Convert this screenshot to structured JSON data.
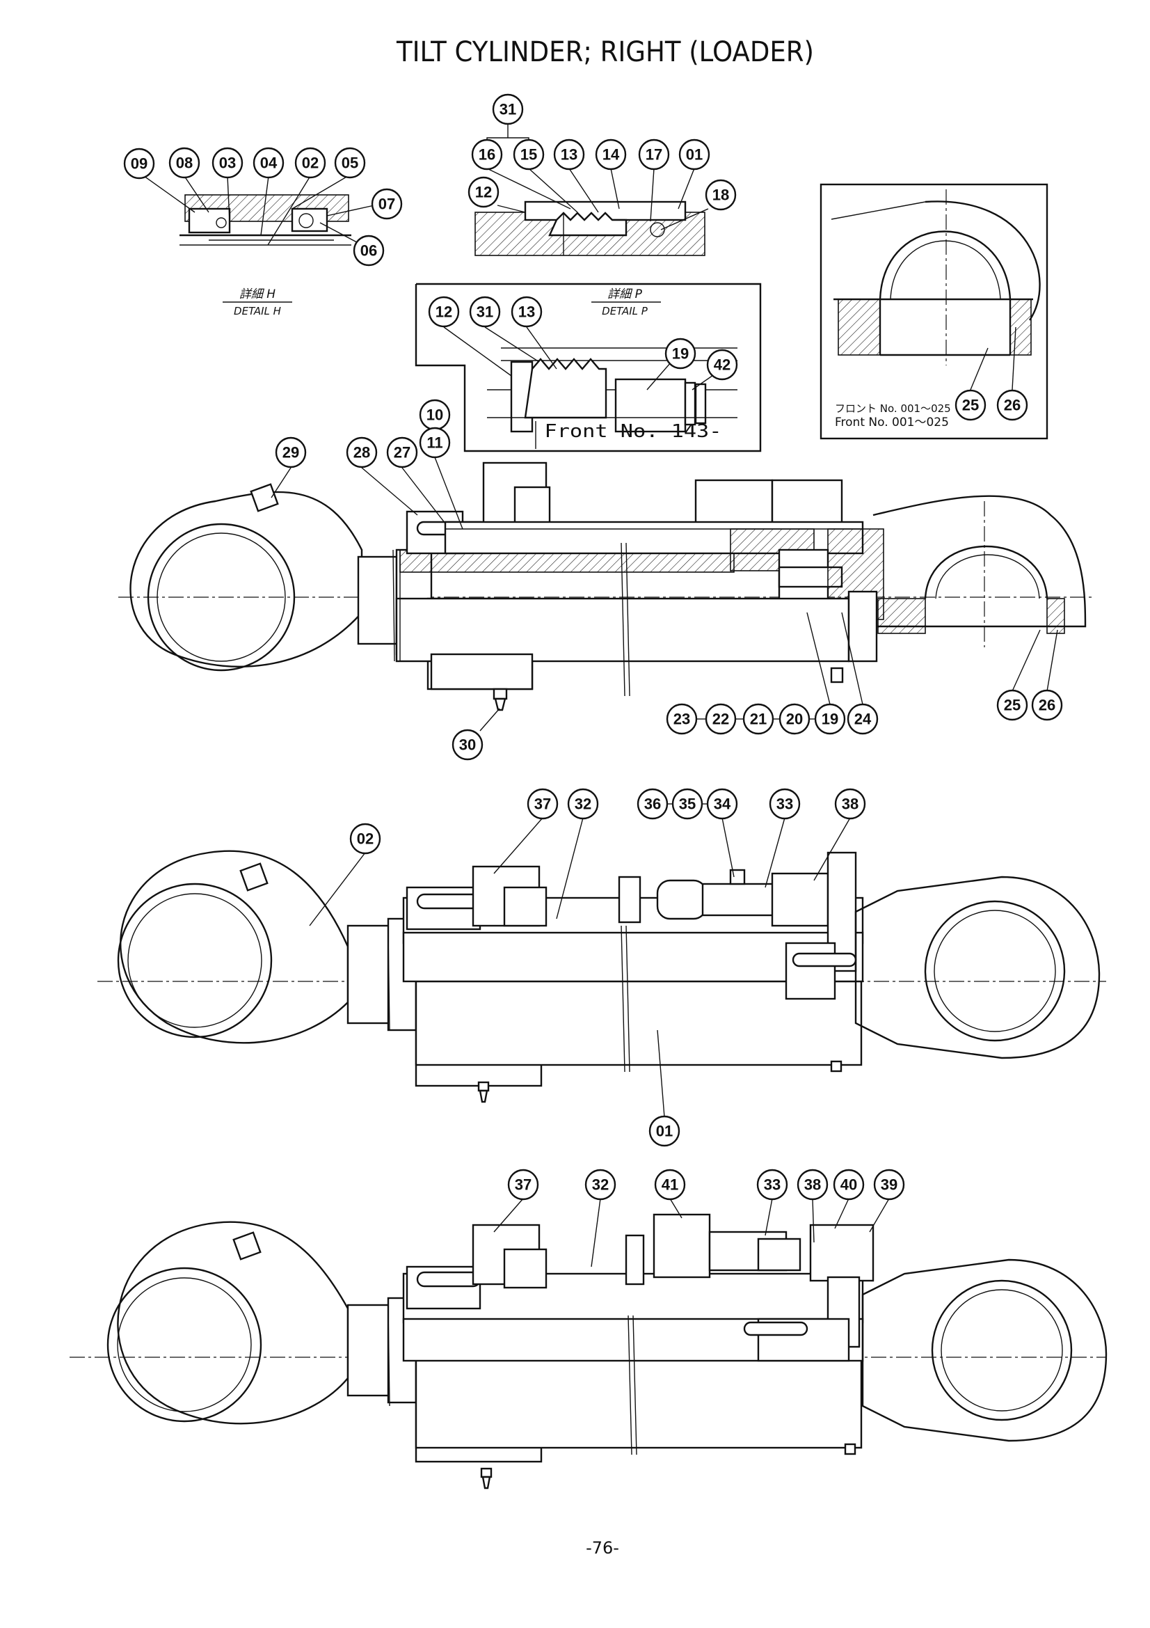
{
  "title": "TILT CYLINDER; RIGHT (LOADER)",
  "page_number": "-76-",
  "detail_h": {
    "jp": "詳細 H",
    "en": "DETAIL H"
  },
  "detail_p": {
    "jp": "詳細 P",
    "en": "DETAIL P"
  },
  "inset_front_note": "Front No. 143-",
  "inset_right_note_jp": "フロント No. 001～025",
  "inset_right_note_en": "Front No. 001～025",
  "callouts": {
    "c09": "09",
    "c08": "08",
    "c03": "03",
    "c04": "04",
    "c02": "02",
    "c05": "05",
    "c07": "07",
    "c06": "06",
    "c31": "31",
    "c16": "16",
    "c15": "15",
    "c13": "13",
    "c14": "14",
    "c17": "17",
    "c01": "01",
    "c12": "12",
    "c18": "18",
    "c19": "19",
    "c42": "42",
    "c25": "25",
    "c26": "26",
    "c29": "29",
    "c28": "28",
    "c27": "27",
    "c10": "10",
    "c11": "11",
    "c30": "30",
    "c23": "23",
    "c22": "22",
    "c21": "21",
    "c20": "20",
    "c24": "24",
    "c37": "37",
    "c32": "32",
    "c36": "36",
    "c35": "35",
    "c34": "34",
    "c33": "33",
    "c38": "38",
    "c41": "41",
    "c40": "40",
    "c39": "39"
  }
}
